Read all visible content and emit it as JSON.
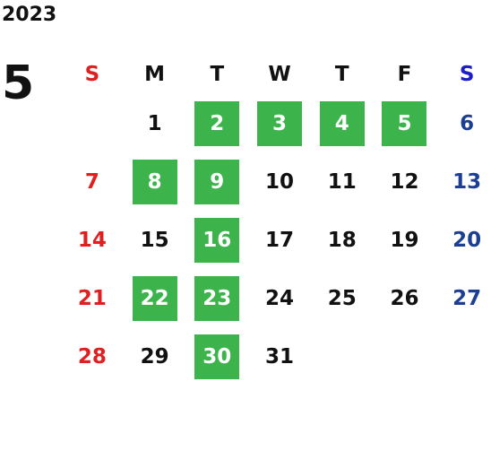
{
  "calendar": {
    "year": "2023",
    "month": "5",
    "weekday_headers": [
      "S",
      "M",
      "T",
      "W",
      "T",
      "F",
      "S"
    ],
    "weeks": [
      [
        {
          "day": "",
          "highlighted": false
        },
        {
          "day": "1",
          "highlighted": false
        },
        {
          "day": "2",
          "highlighted": true
        },
        {
          "day": "3",
          "highlighted": true
        },
        {
          "day": "4",
          "highlighted": true
        },
        {
          "day": "5",
          "highlighted": true
        },
        {
          "day": "6",
          "highlighted": false
        }
      ],
      [
        {
          "day": "7",
          "highlighted": false
        },
        {
          "day": "8",
          "highlighted": true
        },
        {
          "day": "9",
          "highlighted": true
        },
        {
          "day": "10",
          "highlighted": false
        },
        {
          "day": "11",
          "highlighted": false
        },
        {
          "day": "12",
          "highlighted": false
        },
        {
          "day": "13",
          "highlighted": false
        }
      ],
      [
        {
          "day": "14",
          "highlighted": false
        },
        {
          "day": "15",
          "highlighted": false
        },
        {
          "day": "16",
          "highlighted": true
        },
        {
          "day": "17",
          "highlighted": false
        },
        {
          "day": "18",
          "highlighted": false
        },
        {
          "day": "19",
          "highlighted": false
        },
        {
          "day": "20",
          "highlighted": false
        }
      ],
      [
        {
          "day": "21",
          "highlighted": false
        },
        {
          "day": "22",
          "highlighted": true
        },
        {
          "day": "23",
          "highlighted": true
        },
        {
          "day": "24",
          "highlighted": false
        },
        {
          "day": "25",
          "highlighted": false
        },
        {
          "day": "26",
          "highlighted": false
        },
        {
          "day": "27",
          "highlighted": false
        }
      ],
      [
        {
          "day": "28",
          "highlighted": false
        },
        {
          "day": "29",
          "highlighted": false
        },
        {
          "day": "30",
          "highlighted": true
        },
        {
          "day": "31",
          "highlighted": false
        },
        {
          "day": "",
          "highlighted": false
        },
        {
          "day": "",
          "highlighted": false
        },
        {
          "day": "",
          "highlighted": false
        }
      ]
    ]
  },
  "colors": {
    "highlight": "#3cb44b",
    "sunday": "#e02020",
    "saturday": "#1c3f94",
    "saturday_header": "#1c1cc8",
    "text": "#111111"
  }
}
